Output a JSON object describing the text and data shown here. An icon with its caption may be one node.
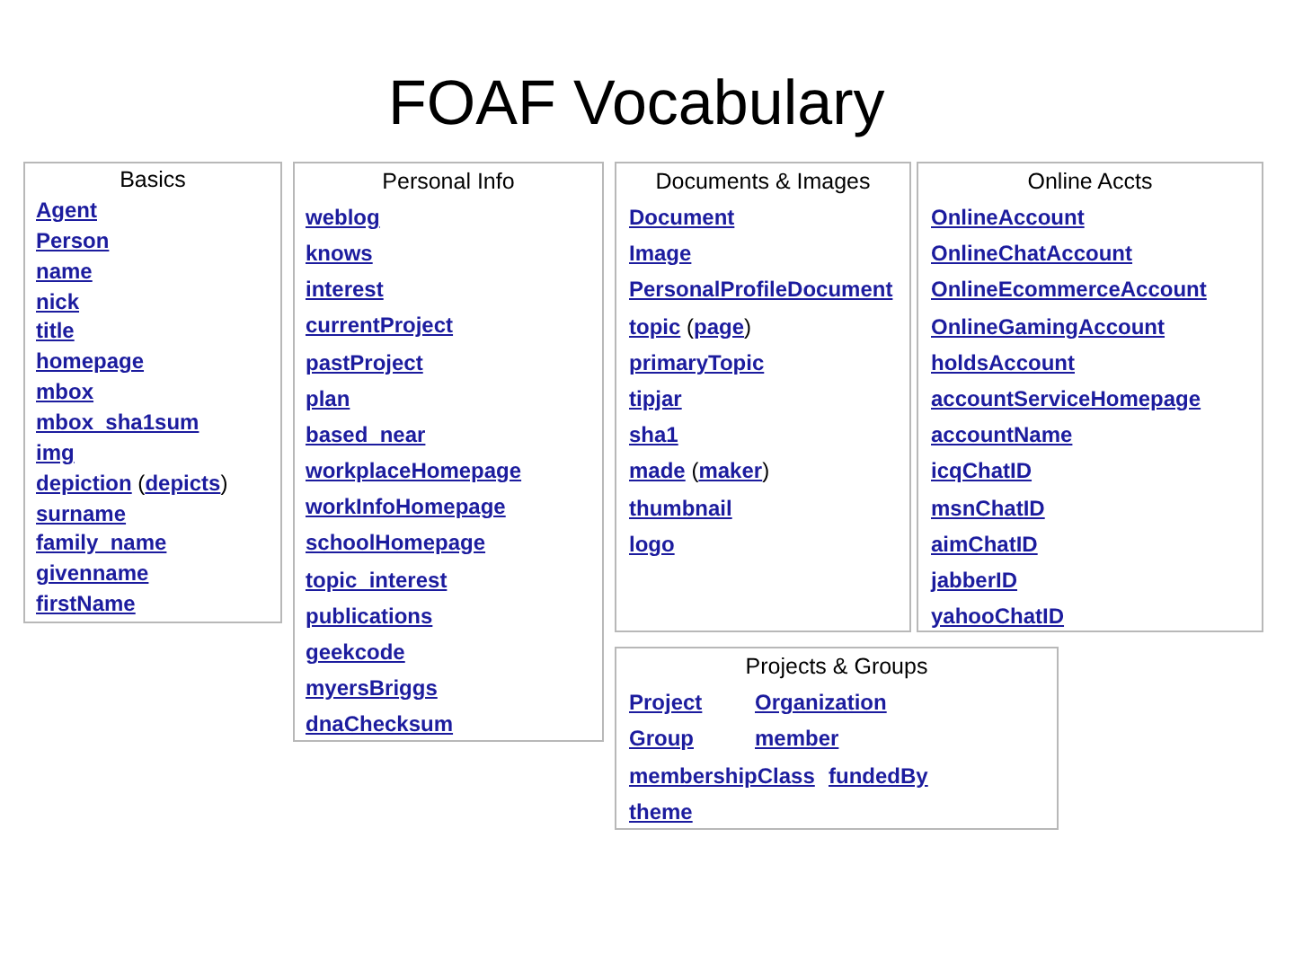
{
  "diagram": {
    "title": "FOAF Vocabulary",
    "nodes": [
      {
        "text": [
          "Basics",
          "Agent",
          "Person",
          "name",
          "nick",
          "title",
          "homepage",
          "mbox",
          "mbox_sha1sum",
          "img",
          "depiction (depicts)",
          "surname",
          "family_name",
          "givenname",
          "firstName"
        ]
      },
      {
        "text": [
          "Personal Info",
          "weblog",
          "knows",
          "interest",
          "currentProject",
          "pastProject",
          "plan",
          "based_near",
          "workplaceHomepage",
          "workInfoHomepage",
          "schoolHomepage",
          "topic_interest",
          "publications",
          "geekcode",
          "myersBriggs",
          "dnaChecksum"
        ]
      },
      {
        "text": [
          "Documents & Images",
          "Document",
          "Image",
          "PersonalProfileDocument",
          "topic (page)",
          "primaryTopic",
          "tipjar",
          "sha1",
          "made (maker)",
          "thumbnail",
          "logo"
        ]
      },
      {
        "text": [
          "Online Accts",
          "OnlineAccount",
          "OnlineChatAccount",
          "OnlineEcommerceAccount",
          "OnlineGamingAccount",
          "holdsAccount",
          "accountServiceHomepage",
          "accountName",
          "icqChatID",
          "msnChatID",
          "aimChatID",
          "jabberID",
          "yahooChatID"
        ]
      },
      {
        "text": [
          "Projects & Groups",
          "Project",
          "Organization",
          "Group",
          "member",
          "membershipClass",
          "fundedBy",
          "theme"
        ]
      }
    ]
  }
}
